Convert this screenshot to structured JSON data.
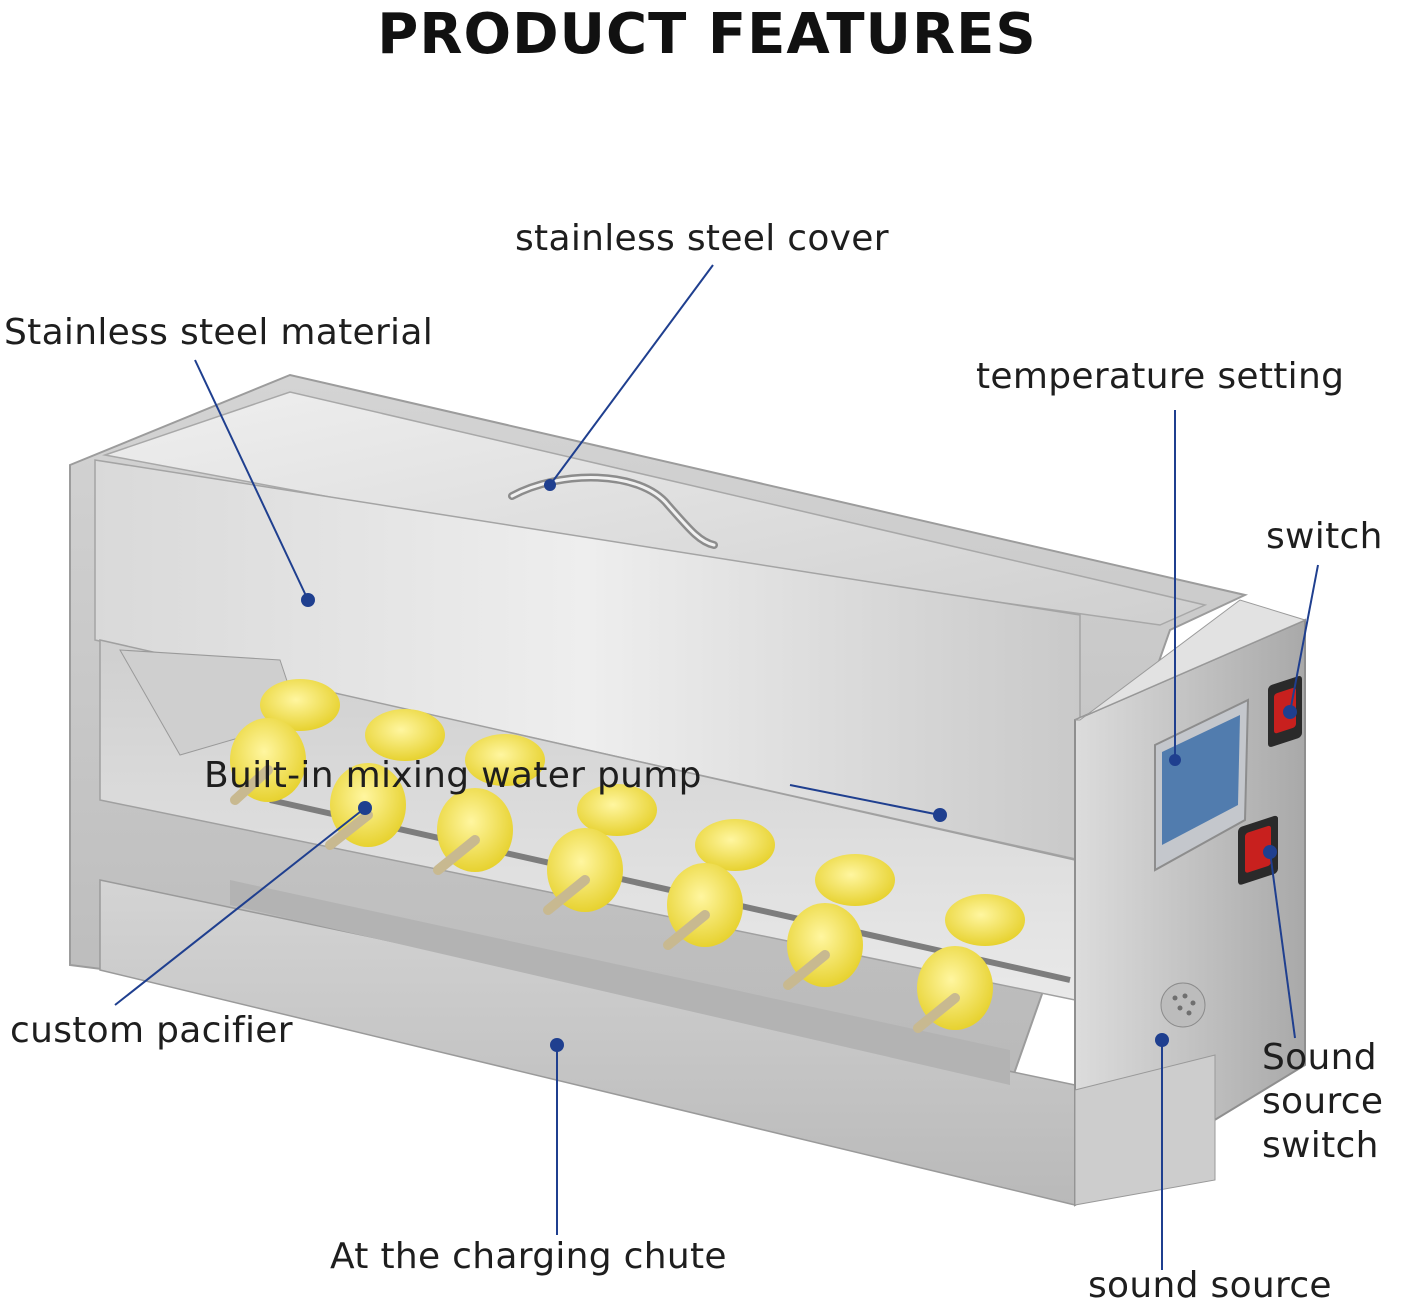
{
  "title": "PRODUCT FEATURES",
  "labels": {
    "stainless_steel_cover": "stainless steel cover",
    "stainless_steel_material": "Stainless steel material",
    "temperature_setting": "temperature setting",
    "switch": "switch",
    "built_in_pump": "Built-in mixing water pump",
    "custom_pacifier": "custom pacifier",
    "sound_source_switch_1": "Sound",
    "sound_source_switch_2": "source",
    "sound_source_switch_3": "switch",
    "charging_chute": "At the charging chute",
    "sound_source": "sound source"
  },
  "colors": {
    "callout": "#1f3f8f",
    "steel_light": "#e6e6e6",
    "steel_mid": "#c8c8c8",
    "steel_dark": "#9a9a9a",
    "nipple_yellow": "#f2e24a",
    "switch_red": "#c8201e",
    "display_blue": "#3d6fa8"
  }
}
